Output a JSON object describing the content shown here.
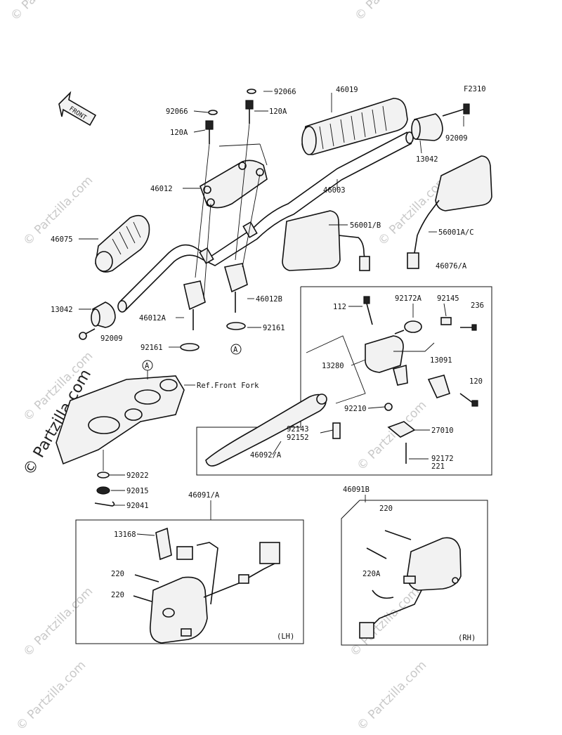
{
  "figure_code": "F2310",
  "front_arrow_label": "FRONT",
  "watermarks": {
    "brand": "© Partzilla.com",
    "big_brand": "© Partzilla.com"
  },
  "callouts": {
    "p46019": "46019",
    "p92066_top": "92066",
    "p120a_top": "120A",
    "p92066_left": "92066",
    "p120a_left": "120A",
    "p92009_top": "92009",
    "p13042_top": "13042",
    "p46012": "46012",
    "p46003": "46003",
    "p56001b": "56001/B",
    "p56001ac": "56001A/C",
    "p46075": "46075",
    "p46076a": "46076/A",
    "p13042_left": "13042",
    "p46012a": "46012A",
    "p46012b": "46012B",
    "p92009_left": "92009",
    "p92161_right": "92161",
    "p92161_left": "92161",
    "ref_a_1": "A",
    "ref_a_2": "A",
    "p112": "112",
    "p92172a": "92172A",
    "p92145": "92145",
    "p236": "236",
    "p13280": "13280",
    "p13091": "13091",
    "p120": "120",
    "ref_front_fork": "Ref.Front Fork",
    "p92210": "92210",
    "p92143": "92143",
    "p92152": "92152",
    "p27010": "27010",
    "p46092a": "46092/A",
    "p92172": "92172",
    "p221": "221",
    "p92022": "92022",
    "p92015": "92015",
    "p92041": "92041",
    "p46091a": "46091/A",
    "p46091b": "46091B",
    "p13168": "13168",
    "p220_lh1": "220",
    "p220_lh2": "220",
    "p220_rh": "220",
    "p220a_rh": "220A",
    "lh_tag": "(LH)",
    "rh_tag": "(RH)"
  }
}
